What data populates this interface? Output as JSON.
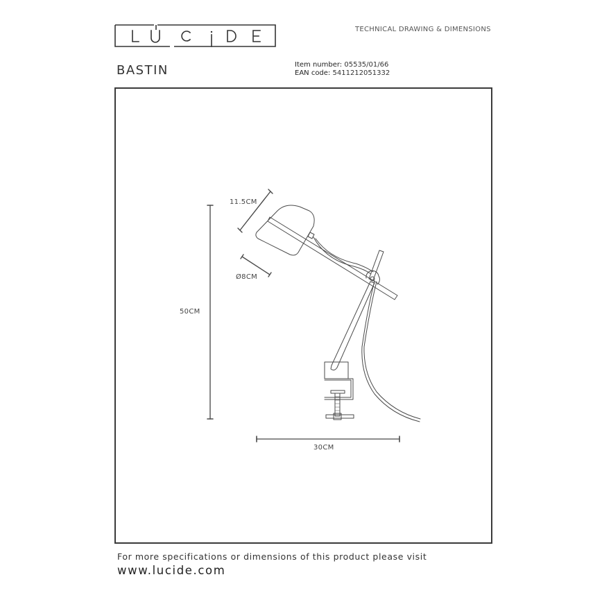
{
  "header": {
    "brand": "LUCIDE",
    "section_title": "TECHNICAL DRAWING & DIMENSIONS"
  },
  "product": {
    "name": "BASTIN",
    "item_number_label": "Item number:",
    "item_number": "05535/01/66",
    "ean_label": "EAN code:",
    "ean": "5411212051332"
  },
  "drawing": {
    "dimensions": {
      "shade_length": "11.5CM",
      "shade_diameter": "Ø8CM",
      "height": "50CM",
      "width": "30CM"
    },
    "line_color": "#4a4a4a"
  },
  "footer": {
    "note": "For more specifications or dimensions of this product please visit",
    "url": "www.lucide.com"
  }
}
